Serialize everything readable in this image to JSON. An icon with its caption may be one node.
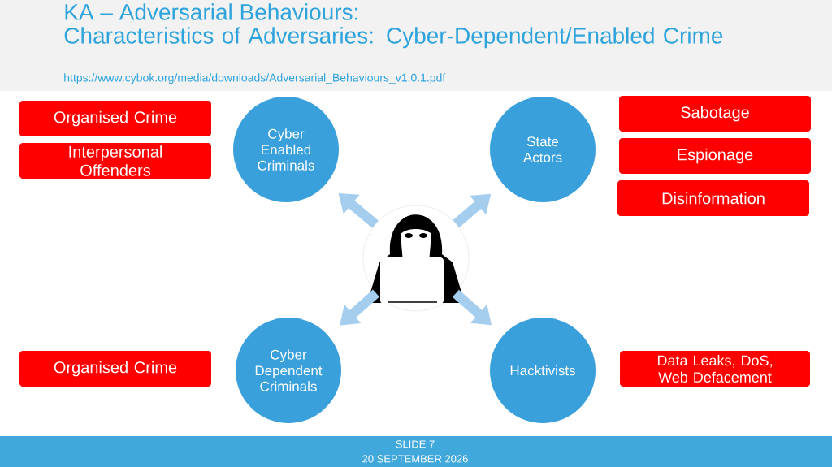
{
  "diagram": {
    "title": "KA – Adversarial Behaviours:",
    "nodes": [
      {
        "text": [
          "Organised Crime"
        ]
      },
      {
        "text": [
          "Interpersonal Offenders"
        ]
      },
      {
        "text": [
          "Cyber Enabled Criminals"
        ]
      },
      {
        "text": [
          "State Actors"
        ]
      },
      {
        "text": [
          "Sabotage"
        ]
      },
      {
        "text": [
          "Espionage"
        ]
      },
      {
        "text": [
          "Disinformation"
        ]
      },
      {
        "text": [],
        "shape": "person"
      },
      {
        "text": [
          "Organised Crime"
        ]
      },
      {
        "text": [
          "Cyber Dependent Criminals"
        ]
      },
      {
        "text": [
          "Hacktivists"
        ]
      },
      {
        "text": [
          "Data Leaks, DoS, Web Defacement"
        ]
      }
    ],
    "edges": [
      {
        "from": 7,
        "to": 2,
        "arrow": "to"
      },
      {
        "from": 7,
        "to": 3,
        "arrow": "to"
      },
      {
        "from": 7,
        "to": 9,
        "arrow": "to"
      },
      {
        "from": 7,
        "to": 10,
        "arrow": "to"
      }
    ],
    "labels": [
      "Characteristics of Adversaries: Cyber-Dependent/Enabled Crime",
      "https://www.cybok.org/media/downloads/Adversarial_Behaviours_v1.0.1.pdf",
      "SLIDE 7",
      "20 SEPTEMBER 2026"
    ]
  }
}
